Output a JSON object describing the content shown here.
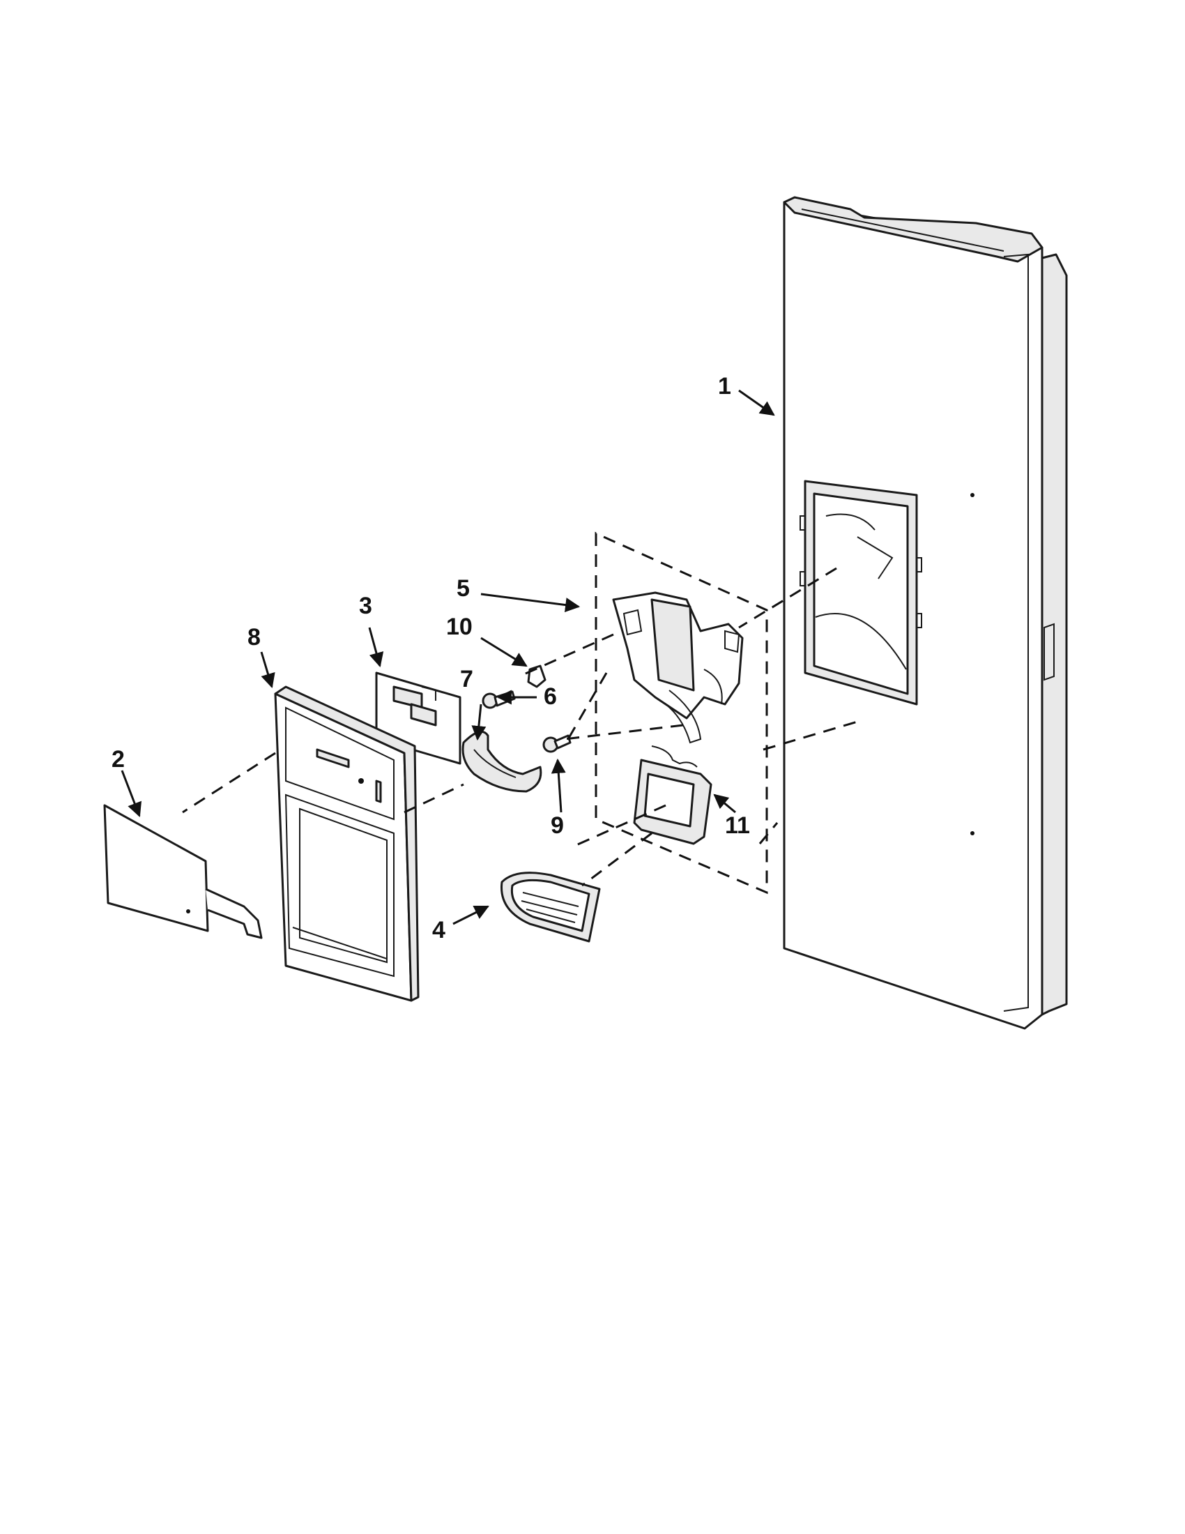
{
  "callouts": {
    "c1": "1",
    "c2": "2",
    "c3": "3",
    "c4": "4",
    "c5": "5",
    "c6": "6",
    "c7": "7",
    "c8": "8",
    "c9": "9",
    "c10": "10",
    "c11": "11"
  },
  "parts": [
    "door-assembly",
    "dispenser-cover-panel",
    "control-board",
    "drip-tray",
    "dispenser-housing-assembly",
    "screw",
    "dispenser-lever",
    "dispenser-front-frame",
    "screw",
    "clip",
    "dispenser-paddle"
  ],
  "colors": {
    "line": "#1a1a1a",
    "part_fill": "#e9e9e9",
    "background": "#ffffff"
  }
}
